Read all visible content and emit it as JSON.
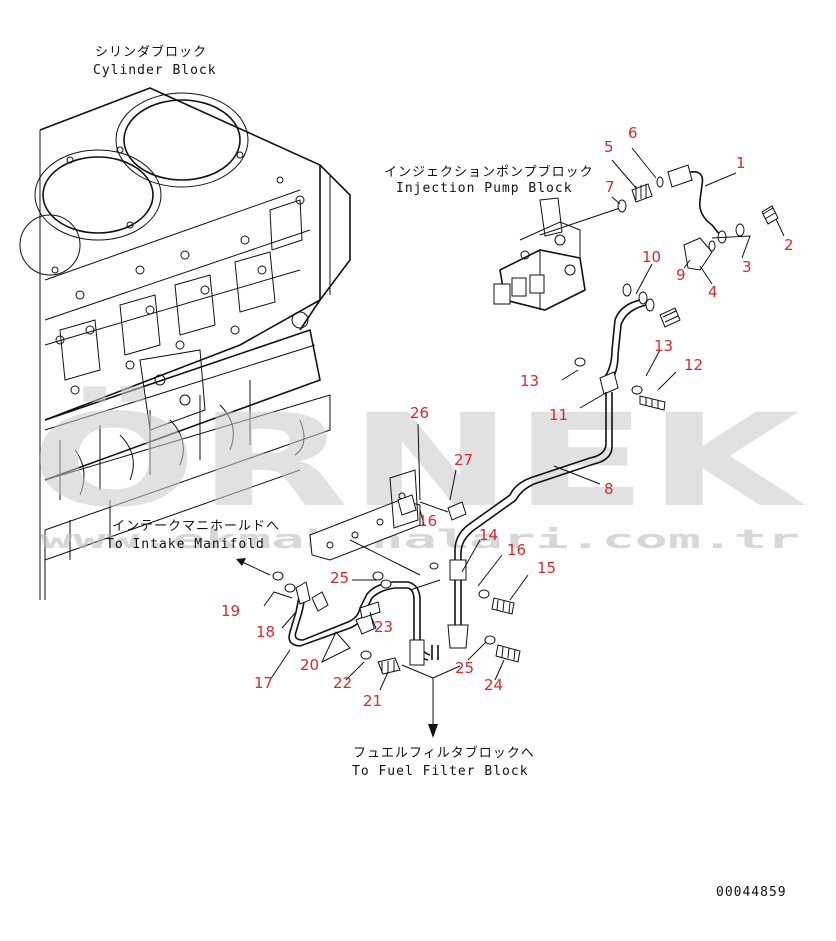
{
  "labels": {
    "cylinder_block_jp": "シリンダブロック",
    "cylinder_block_en": "Cylinder Block",
    "injection_pump_jp": "インジェクションポンプブロック",
    "injection_pump_en": "Injection Pump Block",
    "intake_manifold_jp": "インテークマニホールドへ",
    "intake_manifold_en": "To Intake Manifold",
    "fuel_filter_jp": "フュエルフィルタブロックへ",
    "fuel_filter_en": "To Fuel Filter Block",
    "drawing_number": "00044859"
  },
  "watermark": {
    "text": "ÖRNEK",
    "url": "www.ekmakinalari.com.tr"
  },
  "callouts": [
    "1",
    "2",
    "3",
    "4",
    "5",
    "6",
    "7",
    "8",
    "9",
    "10",
    "11",
    "12",
    "13",
    "13",
    "14",
    "15",
    "16",
    "16",
    "17",
    "18",
    "19",
    "20",
    "21",
    "22",
    "23",
    "24",
    "25",
    "25",
    "26",
    "27"
  ],
  "colors": {
    "callout": "#d42a2a",
    "line": "#111111",
    "watermark": "#c9c9c9"
  }
}
